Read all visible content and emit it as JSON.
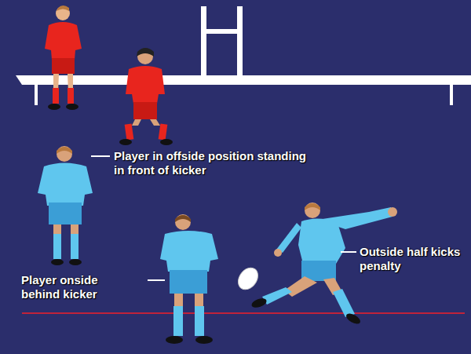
{
  "diagram": {
    "labels": [
      "Player in offside position standing in front of kicker",
      "Player onside behind kicker",
      "Outside half kicks penalty"
    ]
  }
}
